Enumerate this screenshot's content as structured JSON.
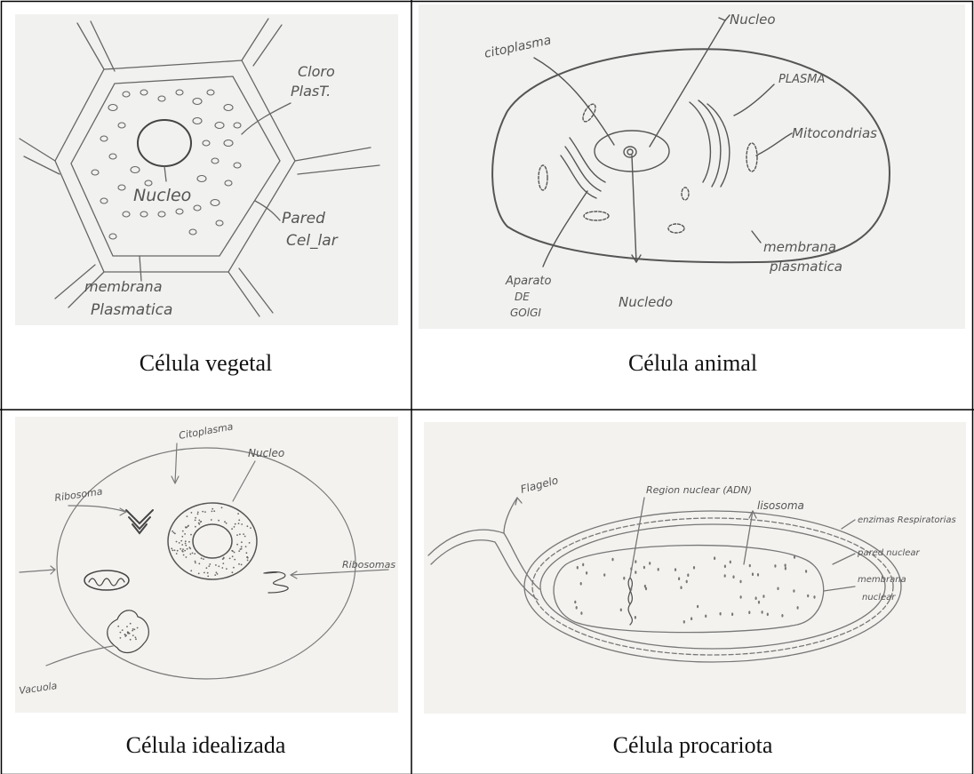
{
  "captions": {
    "top_left": "Célula vegetal",
    "top_right": "Célula animal",
    "bottom_left": "Célula idealizada",
    "bottom_right": "Célula procariota"
  },
  "sketch_labels": {
    "vegetal": {
      "cloroplasto_line1": "Cloro",
      "cloroplasto_line2": "PlasT.",
      "nucleo": "Nucleo",
      "pared_line1": "Pared",
      "pared_line2": "Cel_lar",
      "membrana_line1": "membrana",
      "membrana_line2": "Plasmatica"
    },
    "animal": {
      "citoplasma": "citoplasma",
      "nucleo_top": "Nucleo",
      "plasma": "PLASMA",
      "mitocondrias": "Mitocondrias",
      "aparato_line1": "Aparato",
      "aparato_line2": "DE",
      "aparato_line3": "GOlGI",
      "nucleolo": "Nucledo",
      "membrana_line1": "membrana",
      "membrana_line2": "plasmatica"
    },
    "idealizada": {
      "ribosoma": "Ribosoma",
      "citoplasma": "Citoplasma",
      "nucleo": "Nucleo",
      "ribosomas": "Ribosomas",
      "vacuola": "Vacuola"
    },
    "procariota": {
      "flagelo": "Flagelo",
      "region": "Region nuclear (ADN)",
      "lisosoma": "lisosoma",
      "enzimas": "enzimas Respiratorias",
      "pared": "pared nuclear",
      "membrana_line1": "membrana",
      "membrana_line2": "nuclear"
    }
  },
  "colors": {
    "border": "#000000",
    "paper": "#f1f1ef",
    "pencil": "#555555"
  }
}
